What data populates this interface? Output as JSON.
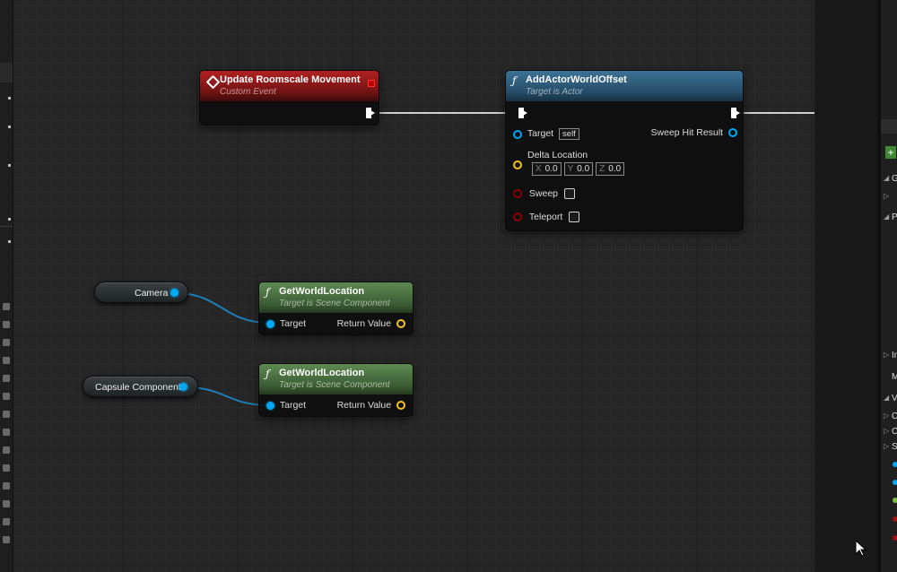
{
  "graph": {
    "nodes": {
      "custom_event": {
        "title": "Update Roomscale Movement",
        "subtitle": "Custom Event"
      },
      "add_offset": {
        "title": "AddActorWorldOffset",
        "subtitle": "Target is Actor",
        "target_label": "Target",
        "target_default": "self",
        "sweep_hit_label": "Sweep Hit Result",
        "delta_label": "Delta Location",
        "delta": {
          "x_axis": "X",
          "x": "0.0",
          "y_axis": "Y",
          "y": "0.0",
          "z_axis": "Z",
          "z": "0.0"
        },
        "sweep_label": "Sweep",
        "teleport_label": "Teleport"
      },
      "get_loc_1": {
        "title": "GetWorldLocation",
        "subtitle": "Target is Scene Component",
        "target_label": "Target",
        "return_label": "Return Value"
      },
      "get_loc_2": {
        "title": "GetWorldLocation",
        "subtitle": "Target is Scene Component",
        "target_label": "Target",
        "return_label": "Return Value"
      },
      "camera_var": {
        "label": "Camera"
      },
      "capsule_var": {
        "label": "Capsule Component"
      }
    },
    "icons": {
      "function": "ƒ"
    }
  },
  "details_panel": {
    "visible_letters": [
      "G",
      "P",
      "In",
      "M",
      "V",
      "C",
      "C",
      "S"
    ]
  },
  "colors": {
    "event_header": "#b12121",
    "function_header": "#3c7296",
    "pure_function_header": "#5f8a53",
    "object_pin": "#00a8f4",
    "vector_pin": "#f7c027",
    "bool_pin": "#8c0000",
    "exec_wire": "#ffffff"
  }
}
